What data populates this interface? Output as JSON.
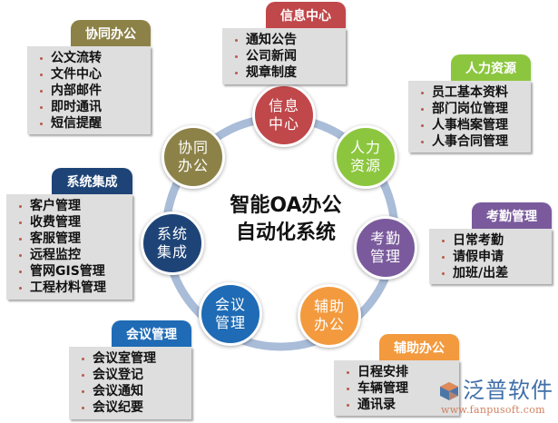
{
  "diagram": {
    "center_title_line1": "智能OA办公",
    "center_title_line2": "自动化系统",
    "nodes": [
      {
        "id": "info",
        "line1": "信息",
        "line2": "中心",
        "color": "#c0474a"
      },
      {
        "id": "hr",
        "line1": "人力",
        "line2": "资源",
        "color": "#8cc63f"
      },
      {
        "id": "attendance",
        "line1": "考勤",
        "line2": "管理",
        "color": "#7a5a9c"
      },
      {
        "id": "assist",
        "line1": "辅助",
        "line2": "办公",
        "color": "#f39a3e"
      },
      {
        "id": "meeting",
        "line1": "会议",
        "line2": "管理",
        "color": "#1f6bb5"
      },
      {
        "id": "integration",
        "line1": "系统",
        "line2": "集成",
        "color": "#1e4477"
      },
      {
        "id": "collab",
        "line1": "协同",
        "line2": "办公",
        "color": "#8c8248"
      }
    ],
    "panels": {
      "collab": {
        "title": "协同办公",
        "color": "#8c8248",
        "items": [
          "公文流转",
          "文件中心",
          "内部邮件",
          "即时通讯",
          "短信提醒"
        ]
      },
      "info": {
        "title": "信息中心",
        "color": "#c0474a",
        "items": [
          "通知公告",
          "公司新闻",
          "规章制度"
        ]
      },
      "hr": {
        "title": "人力资源",
        "color": "#8cc63f",
        "items": [
          "员工基本资料",
          "部门岗位管理",
          "人事档案管理",
          "人事合同管理"
        ]
      },
      "attendance": {
        "title": "考勤管理",
        "color": "#7a5a9c",
        "items": [
          "日常考勤",
          "请假申请",
          "加班/出差"
        ]
      },
      "integration": {
        "title": "系统集成",
        "color": "#1e4477",
        "items": [
          "客户管理",
          "收费管理",
          "客服管理",
          "远程监控",
          "管网GIS管理",
          "工程材料管理"
        ]
      },
      "meeting": {
        "title": "会议管理",
        "color": "#1f6bb5",
        "items": [
          "会议室管理",
          "会议登记",
          "会议通知",
          "会议纪要"
        ]
      },
      "assist": {
        "title": "辅助办公",
        "color": "#f39a3e",
        "items": [
          "日程安排",
          "车辆管理",
          "通讯录"
        ]
      }
    },
    "ring_color": "#a9bcd8"
  },
  "logo": {
    "name": "泛普软件",
    "url": "www.fanpusoft.com"
  }
}
